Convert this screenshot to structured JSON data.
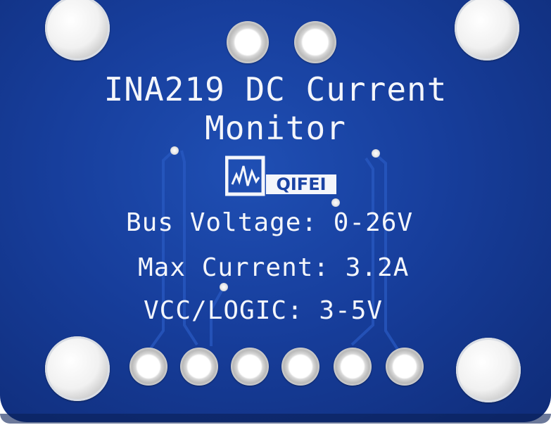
{
  "board": {
    "title": "INA219 DC Current",
    "subtitle": "Monitor",
    "logo_text": "QIFEI",
    "specs": [
      "Bus Voltage: 0-26V",
      "Max Current: 3.2A",
      "VCC/LOGIC: 3-5V"
    ]
  },
  "colors": {
    "pcb": "#1f4fb4",
    "silkscreen": "#f4f6fb",
    "pad": "#e0e0e0"
  }
}
